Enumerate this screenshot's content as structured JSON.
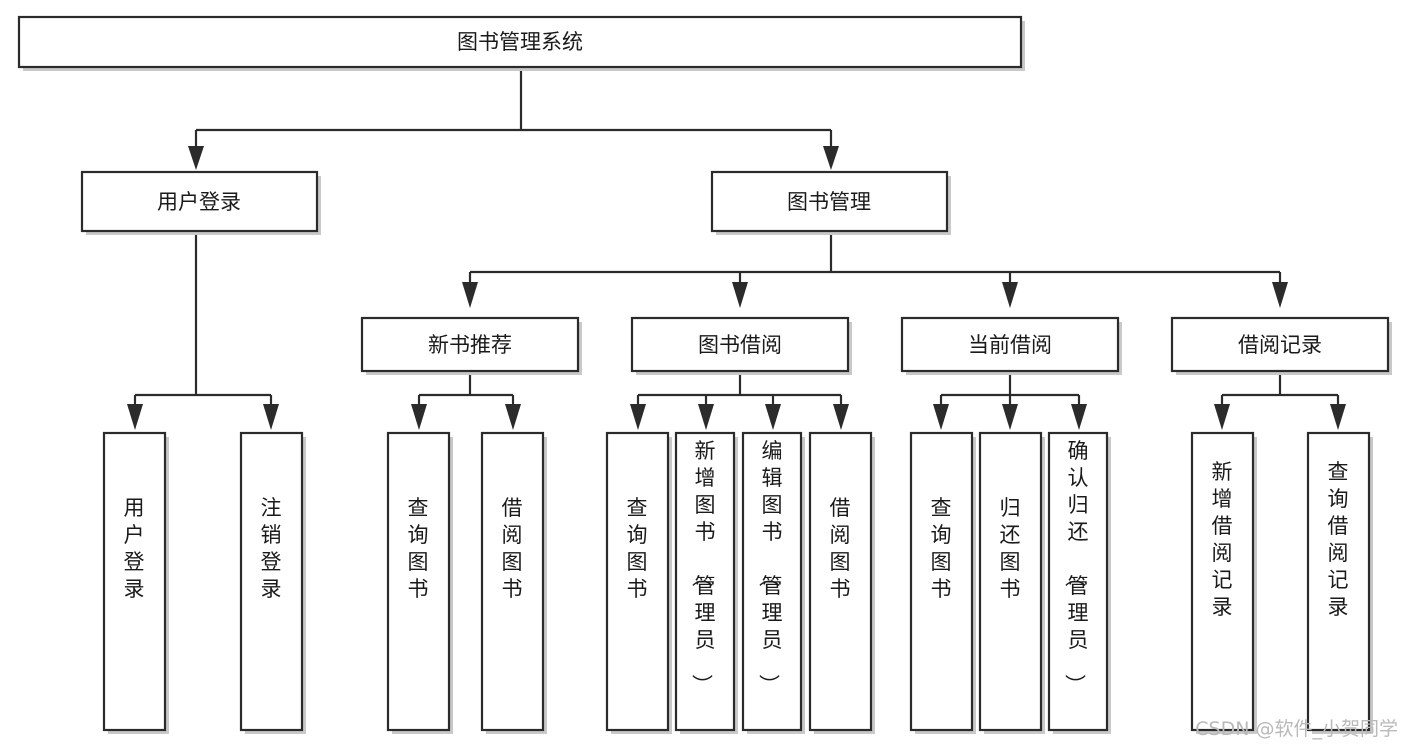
{
  "diagram": {
    "title": "图书管理系统",
    "type": "tree-hierarchy-chart",
    "watermark": "CSDN @软件_小贺同学",
    "colors": {
      "box_fill": "#ffffff",
      "box_stroke": "#2b2b2b",
      "text": "#1a1a1a",
      "shadow": "#c9c9c9",
      "watermark": "#b9b9b9",
      "background": "#ffffff"
    },
    "root": {
      "id": "root",
      "label": "图书管理系统"
    },
    "level2": [
      {
        "id": "n-user-login",
        "label": "用户登录"
      },
      {
        "id": "n-book-mgmt",
        "label": "图书管理"
      }
    ],
    "level3": [
      {
        "id": "n-new-book-rec",
        "label": "新书推荐",
        "parent": "n-book-mgmt"
      },
      {
        "id": "n-book-borrow",
        "label": "图书借阅",
        "parent": "n-book-mgmt"
      },
      {
        "id": "n-current-borrow",
        "label": "当前借阅",
        "parent": "n-book-mgmt"
      },
      {
        "id": "n-borrow-record",
        "label": "借阅记录",
        "parent": "n-book-mgmt"
      }
    ],
    "leaves": [
      {
        "id": "leaf-user-login",
        "label": "用户登录",
        "parent": "n-user-login"
      },
      {
        "id": "leaf-logout-login",
        "label": "注销登录",
        "parent": "n-user-login"
      },
      {
        "id": "leaf-query-book-1",
        "label": "查询图书",
        "parent": "n-new-book-rec"
      },
      {
        "id": "leaf-borrow-book-1",
        "label": "借阅图书",
        "parent": "n-new-book-rec"
      },
      {
        "id": "leaf-query-book-2",
        "label": "查询图书",
        "parent": "n-book-borrow"
      },
      {
        "id": "leaf-add-book",
        "label": "新增图书（管理员）",
        "parent": "n-book-borrow"
      },
      {
        "id": "leaf-edit-book",
        "label": "编辑图书（管理员）",
        "parent": "n-book-borrow"
      },
      {
        "id": "leaf-borrow-book-2",
        "label": "借阅图书",
        "parent": "n-book-borrow"
      },
      {
        "id": "leaf-query-book-3",
        "label": "查询图书",
        "parent": "n-current-borrow"
      },
      {
        "id": "leaf-return-book",
        "label": "归还图书",
        "parent": "n-current-borrow"
      },
      {
        "id": "leaf-confirm-return",
        "label": "确认归还（管理员）",
        "parent": "n-current-borrow"
      },
      {
        "id": "leaf-add-record",
        "label": "新增借阅记录",
        "parent": "n-borrow-record"
      },
      {
        "id": "leaf-query-record",
        "label": "查询借阅记录",
        "parent": "n-borrow-record"
      }
    ]
  }
}
